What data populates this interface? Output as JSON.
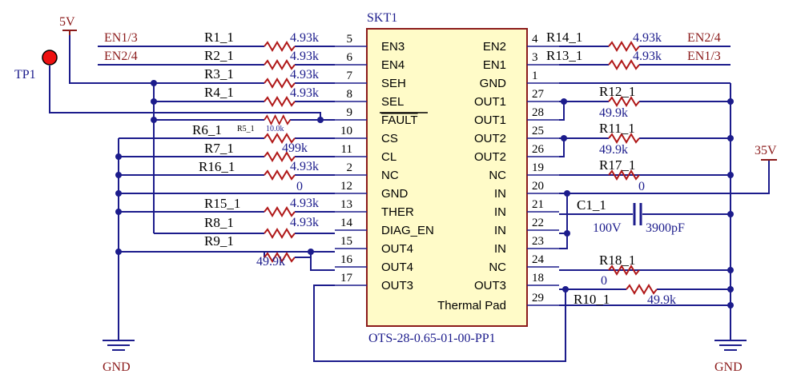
{
  "component": {
    "designator": "SKT1",
    "part_number": "OTS-28-0.65-01-00-PP1",
    "left_pins": [
      {
        "num": "5",
        "name": "EN3"
      },
      {
        "num": "6",
        "name": "EN4"
      },
      {
        "num": "7",
        "name": "SEH"
      },
      {
        "num": "8",
        "name": "SEL"
      },
      {
        "num": "9",
        "name": "FAULT"
      },
      {
        "num": "10",
        "name": "CS"
      },
      {
        "num": "11",
        "name": "CL"
      },
      {
        "num": "2",
        "name": "NC"
      },
      {
        "num": "12",
        "name": "GND"
      },
      {
        "num": "13",
        "name": "THER"
      },
      {
        "num": "14",
        "name": "DIAG_EN"
      },
      {
        "num": "15",
        "name": "OUT4"
      },
      {
        "num": "16",
        "name": "OUT4"
      },
      {
        "num": "17",
        "name": "OUT3"
      }
    ],
    "right_pins": [
      {
        "num": "4",
        "name": "EN2"
      },
      {
        "num": "3",
        "name": "EN1"
      },
      {
        "num": "1",
        "name": "GND"
      },
      {
        "num": "27",
        "name": "OUT1"
      },
      {
        "num": "28",
        "name": "OUT1"
      },
      {
        "num": "25",
        "name": "OUT2"
      },
      {
        "num": "26",
        "name": "OUT2"
      },
      {
        "num": "19",
        "name": "NC"
      },
      {
        "num": "20",
        "name": "IN"
      },
      {
        "num": "21",
        "name": "IN"
      },
      {
        "num": "22",
        "name": "IN"
      },
      {
        "num": "23",
        "name": "IN"
      },
      {
        "num": "24",
        "name": "NC"
      },
      {
        "num": "18",
        "name": "OUT3"
      },
      {
        "num": "29",
        "name": "Thermal Pad"
      }
    ]
  },
  "left_resistors": [
    {
      "ref": "R1_1",
      "value": "4.93k"
    },
    {
      "ref": "R2_1",
      "value": "4.93k"
    },
    {
      "ref": "R3_1",
      "value": "4.93k"
    },
    {
      "ref": "R4_1",
      "value": "4.93k"
    },
    {
      "ref": "R5_1",
      "value": "10.0k"
    },
    {
      "ref": "R6_1",
      "value": ""
    },
    {
      "ref": "R7_1",
      "value": "499k"
    },
    {
      "ref": "R16_1",
      "value": "4.93k"
    },
    {
      "ref": "",
      "value": "0"
    },
    {
      "ref": "R15_1",
      "value": "4.93k"
    },
    {
      "ref": "R8_1",
      "value": "4.93k"
    },
    {
      "ref": "R9_1",
      "value": "49.9k"
    }
  ],
  "right_resistors": [
    {
      "ref": "R14_1",
      "value": "4.93k"
    },
    {
      "ref": "R13_1",
      "value": "4.93k"
    },
    {
      "ref": "R12_1",
      "value": "49.9k"
    },
    {
      "ref": "R11_1",
      "value": "49.9k"
    },
    {
      "ref": "R17_1",
      "value": "0"
    },
    {
      "ref": "R18_1",
      "value": "0"
    },
    {
      "ref": "R10_1",
      "value": "49.9k"
    }
  ],
  "capacitor": {
    "ref": "C1_1",
    "voltage": "100V",
    "value": "3900pF"
  },
  "nets": {
    "en13_left": "EN1/3",
    "en24_left": "EN2/4",
    "en24_right": "EN2/4",
    "en13_right": "EN1/3",
    "pwr_5v": "5V",
    "pwr_35v": "35V",
    "gnd_left": "GND",
    "gnd_right": "GND",
    "testpoint": "TP1"
  }
}
